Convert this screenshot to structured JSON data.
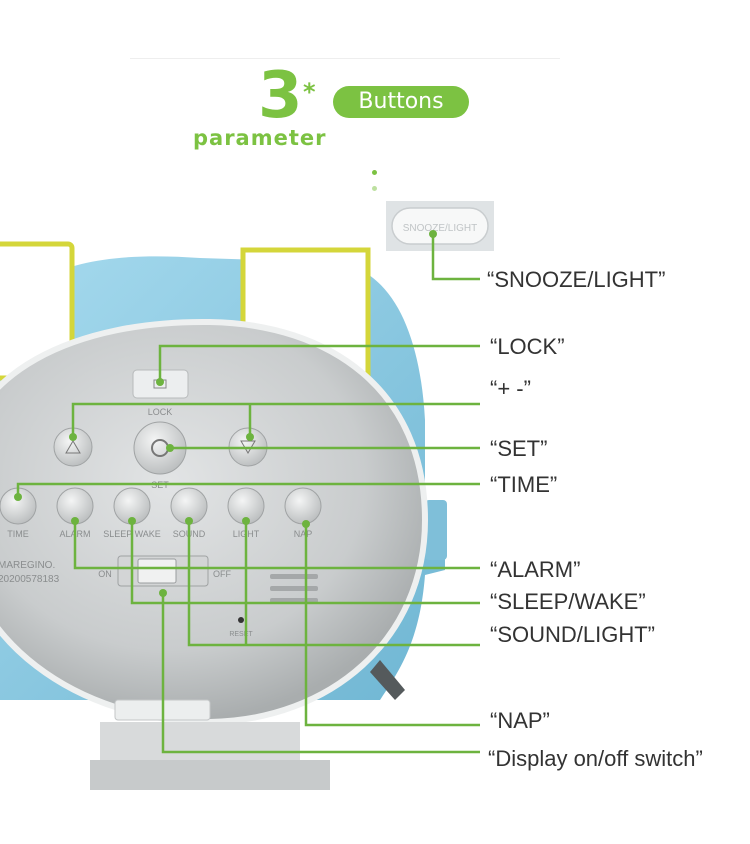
{
  "header": {
    "number": "3",
    "star": "*",
    "badge": "Buttons",
    "subtitle": "parameter"
  },
  "device": {
    "snooze_button_text": "SNOOZE/LIGHT",
    "lock_text": "LOCK",
    "set_text": "SET",
    "button_texts": [
      "TIME",
      "ALARM",
      "SLEEP WAKE",
      "SOUND",
      "LIGHT",
      "NAP"
    ],
    "switch_on": "ON",
    "switch_off": "OFF",
    "reset_text": "RESET",
    "model_line1": "MAREGINO.",
    "model_line2": "20200578183"
  },
  "callouts": [
    "“SNOOZE/LIGHT”",
    "“LOCK”",
    "“+   -”",
    "“SET”",
    "“TIME”",
    "“ALARM”",
    "“SLEEP/WAKE”",
    "“SOUND/LIGHT”",
    "“NAP”",
    "“Display on/off switch”"
  ],
  "colors": {
    "accent": "#7cc242",
    "leader_line": "#6db33f",
    "device_body": "#c9cccd",
    "device_shell": "#89c7e0",
    "ear_border": "#d4d63a"
  }
}
